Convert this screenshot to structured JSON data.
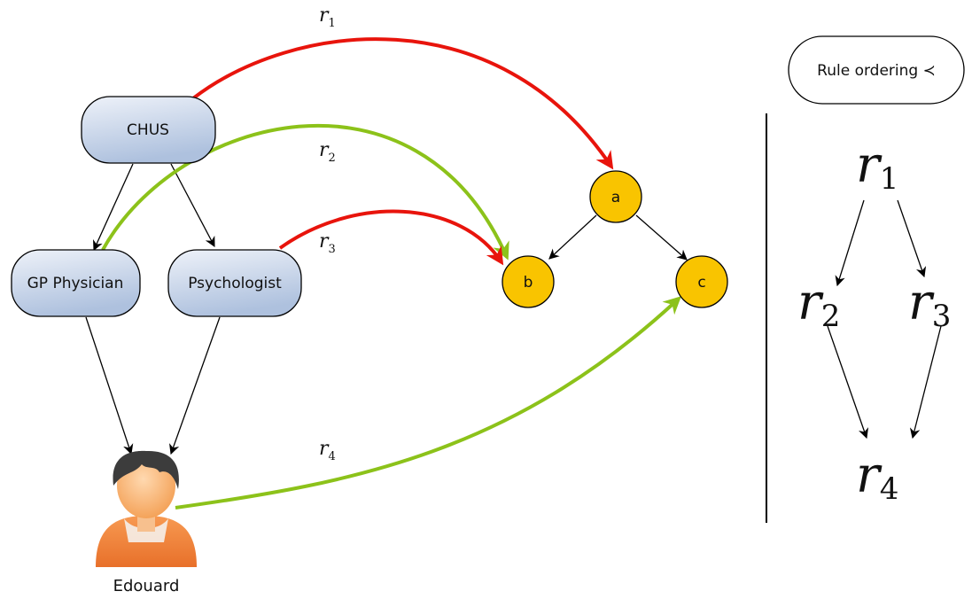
{
  "entities": {
    "chus": "CHUS",
    "gp_physician": "GP Physician",
    "psychologist": "Psychologist",
    "user": "Edouard"
  },
  "resources": {
    "a": "a",
    "b": "b",
    "c": "c"
  },
  "rules": {
    "r1": {
      "base": "r",
      "sub": "1"
    },
    "r2": {
      "base": "r",
      "sub": "2"
    },
    "r3": {
      "base": "r",
      "sub": "3"
    },
    "r4": {
      "base": "r",
      "sub": "4"
    }
  },
  "ordering_label": "Rule ordering ≺",
  "colors": {
    "deny_rule": "#e8140c",
    "permit_rule": "#8cc21a",
    "resource_fill": "#f9c400",
    "entity_fill_top": "#eef2f9",
    "entity_fill_bottom": "#b4c6e0"
  }
}
